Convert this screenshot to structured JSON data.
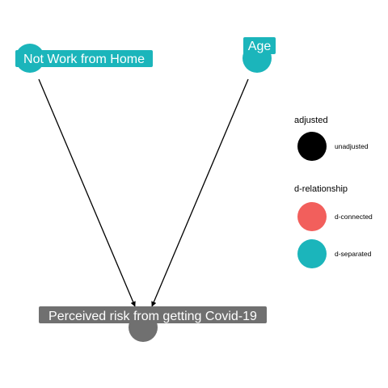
{
  "colors": {
    "d_separated": "#1bb5bb",
    "d_connected": "#f25f5c",
    "unadjusted": "#000000",
    "outcome": "#707070",
    "edge": "#000000"
  },
  "nodes": [
    {
      "id": "wfh",
      "label": "Not Work from Home",
      "status": "d_separated"
    },
    {
      "id": "age",
      "label": "Age",
      "status": "d_separated"
    },
    {
      "id": "risk",
      "label": "Perceived risk from getting Covid-19",
      "status": "outcome"
    }
  ],
  "edges": [
    {
      "from": "wfh",
      "to": "risk"
    },
    {
      "from": "age",
      "to": "risk"
    }
  ],
  "legend": {
    "adjusted": {
      "title": "adjusted",
      "items": [
        {
          "label": "unadjusted",
          "color": "#000000"
        }
      ]
    },
    "relationship": {
      "title": "d-relationship",
      "items": [
        {
          "label": "d-connected",
          "color": "#f25f5c"
        },
        {
          "label": "d-separated",
          "color": "#1bb5bb"
        }
      ]
    }
  }
}
